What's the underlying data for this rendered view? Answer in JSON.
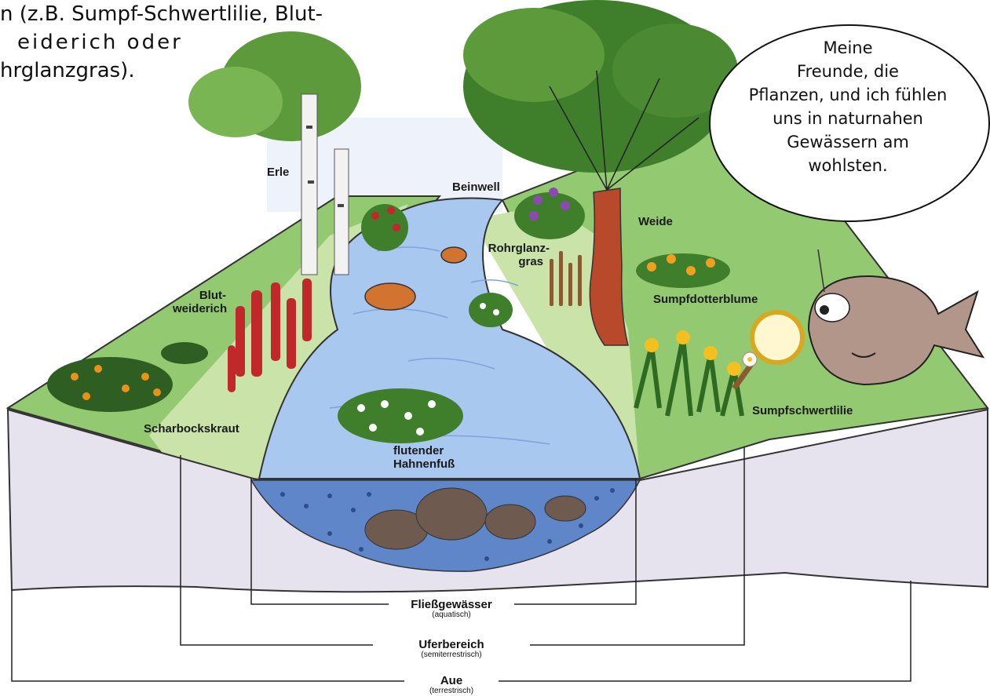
{
  "intro_lines": [
    "n (z.B. Sumpf-Schwertlilie, Blut-",
    "eiderich oder",
    "hrglanzgras)."
  ],
  "speech_bubble": {
    "lines": [
      "Meine",
      "Freunde, die",
      "Pflanzen, und ich fühlen",
      "uns in naturnahen",
      "Gewässern am",
      "wohlsten."
    ]
  },
  "plant_labels": {
    "erle": "Erle",
    "beinwell": "Beinwell",
    "weide": "Weide",
    "rohrglanzgras_1": "Rohrglanz-",
    "rohrglanzgras_2": "gras",
    "blutweiderich_1": "Blut-",
    "blutweiderich_2": "weiderich",
    "sumpfdotterblume": "Sumpfdotterblume",
    "scharbockskraut": "Scharbockskraut",
    "hahnenfuss_1": "flutender",
    "hahnenfuss_2": "Hahnenfuß",
    "sumpfschwertlilie": "Sumpfschwertlilie"
  },
  "zones": {
    "fliessgewaesser": {
      "title": "Fließgewässer",
      "sub": "(aquatisch)"
    },
    "uferbereich": {
      "title": "Uferbereich",
      "sub": "(semiterrestrisch)"
    },
    "aue": {
      "title": "Aue",
      "sub": "(terrestrisch)"
    }
  },
  "colors": {
    "meadow": "#93c970",
    "meadow_light": "#c9e3a8",
    "water": "#a9c8ef",
    "water_dark": "#5f86c9",
    "soil": "#e6e3ee",
    "trunk": "#b8492b"
  }
}
